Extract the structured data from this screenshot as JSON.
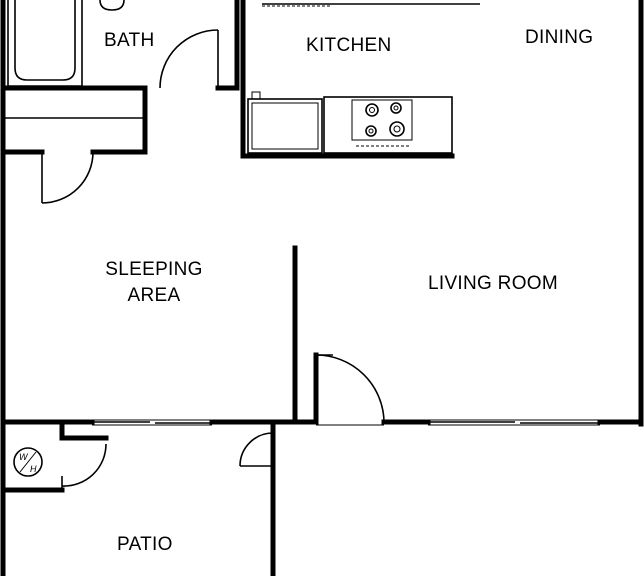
{
  "rooms": {
    "bath": "BATH",
    "kitchen": "KITCHEN",
    "dining": "DINING",
    "sleeping_line1": "SLEEPING",
    "sleeping_line2": "AREA",
    "living": "LIVING ROOM",
    "patio": "PATIO"
  },
  "fixtures": {
    "water_heater_top": "W",
    "water_heater_bottom": "H"
  }
}
